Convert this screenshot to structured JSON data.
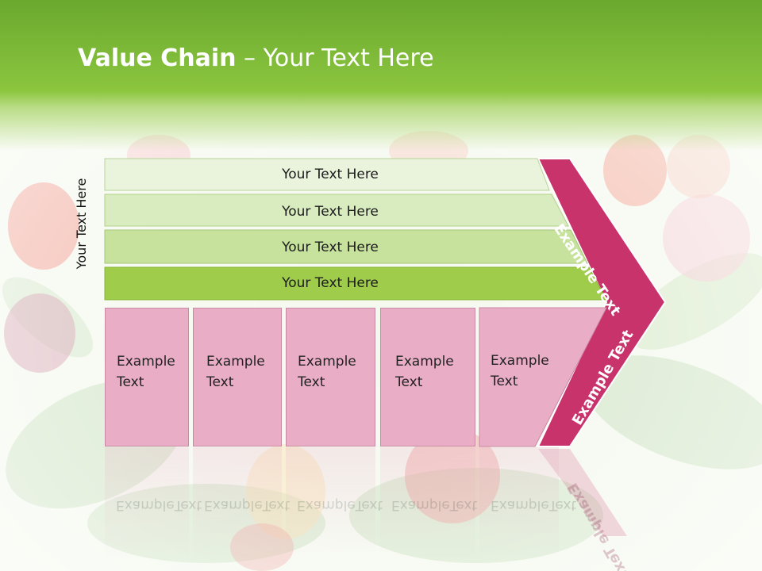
{
  "title": {
    "bold": "Value Chain",
    "rest": " – Your Text Here"
  },
  "side_label": "Your Text Here",
  "bars": [
    {
      "label": "Your Text Here"
    },
    {
      "label": "Your Text Here"
    },
    {
      "label": "Your Text Here"
    },
    {
      "label": "Your Text Here"
    }
  ],
  "boxes": [
    {
      "line1": "Example",
      "line2": "Text"
    },
    {
      "line1": "Example",
      "line2": "Text"
    },
    {
      "line1": "Example",
      "line2": "Text"
    },
    {
      "line1": "Example",
      "line2": "Text"
    },
    {
      "line1": "Example",
      "line2": "Text"
    }
  ],
  "arrow_labels": {
    "upper": "Example Text",
    "lower": "Example Text"
  },
  "colors": {
    "header_green": "#8cc63f",
    "bar_light": "#eaf3dc",
    "bar_mid": "#d6ebb7",
    "bar_strong": "#c3e08f",
    "bar_darkest": "#9ccd48",
    "box_pink": "#e9adc6",
    "arrow_magenta": "#c8336b"
  }
}
